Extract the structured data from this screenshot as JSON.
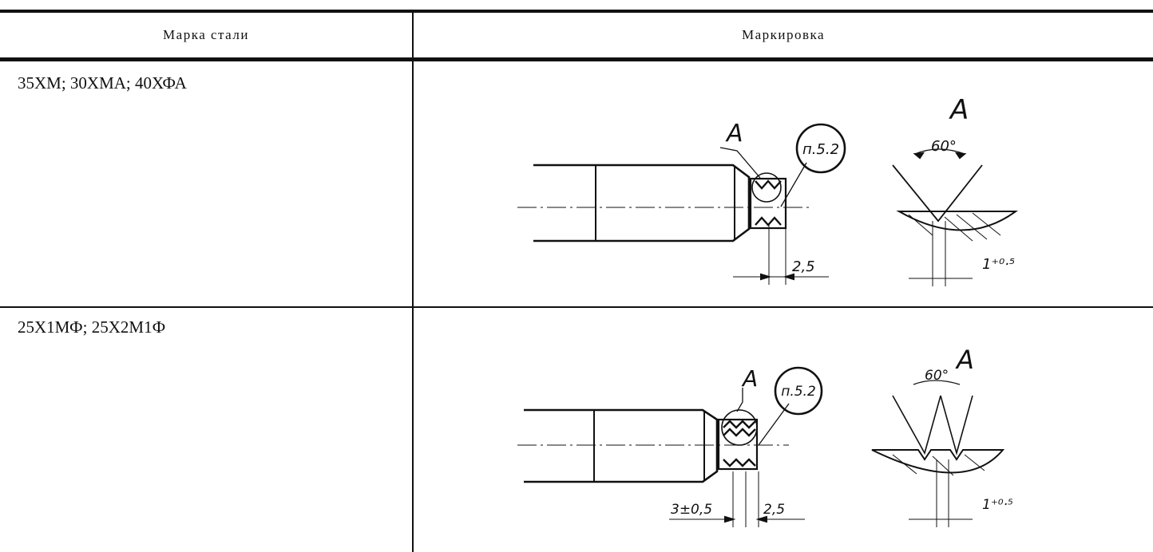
{
  "table": {
    "headers": {
      "steel_grade": "Марка стали",
      "marking": "Маркировка"
    },
    "rows": [
      {
        "steel_grade": "35ХМ; 30ХМА; 40ХФА",
        "drawing": {
          "view_label": "A",
          "callout_label": "A",
          "note": "п.5.2",
          "angle": "60°",
          "dim_spacing": "2,5",
          "dim_depth": "1⁺⁰·⁵"
        }
      },
      {
        "steel_grade": "25Х1МФ; 25Х2М1Ф",
        "drawing": {
          "view_label": "A",
          "callout_label": "A",
          "note": "п.5.2",
          "angle": "60°",
          "dim_spacing": "2,5",
          "dim_pitch": "3±0,5",
          "dim_depth": "1⁺⁰·⁵"
        }
      }
    ]
  }
}
